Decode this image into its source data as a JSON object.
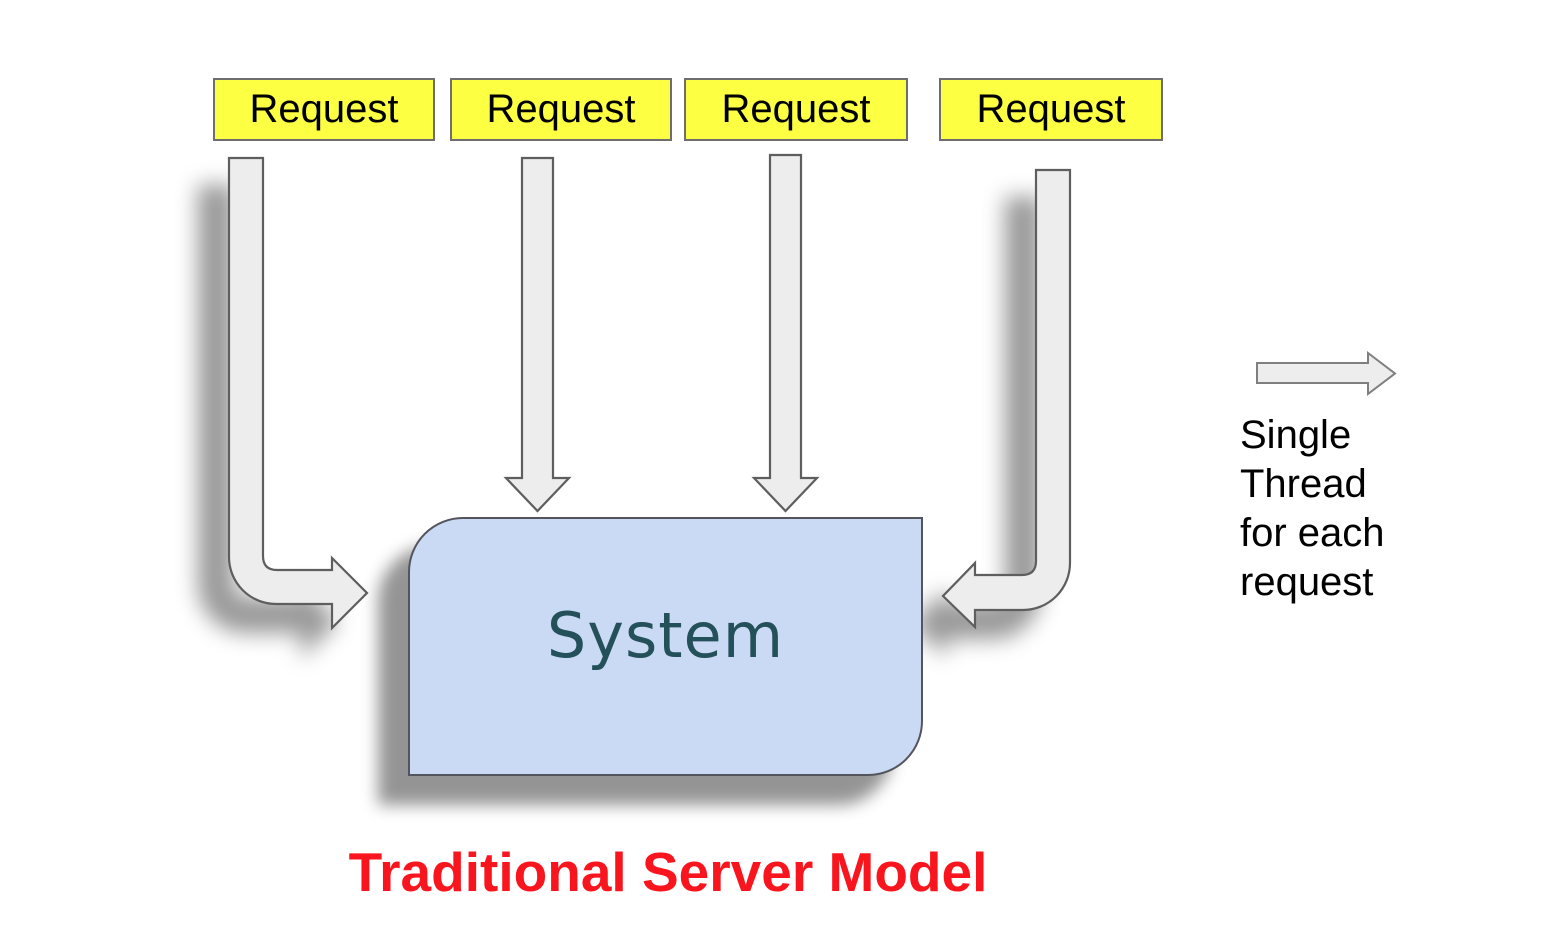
{
  "diagram": {
    "title": "Traditional Server Model",
    "request_labels": [
      "Request",
      "Request",
      "Request",
      "Request"
    ],
    "system_label": "System",
    "annotation": "Single\nThread\nfor each\nrequest",
    "colors": {
      "background": "#FFFFFF",
      "request_fill": "#FDFF43",
      "request_border": "#6E6E6E",
      "arrow_fill": "#EDEDED",
      "arrow_stroke": "#5E5E5E",
      "system_fill": "#CADAF5",
      "system_border": "#54555C",
      "system_text": "#235059",
      "annotation_text": "#000000",
      "title_text": "#F9151E"
    }
  }
}
